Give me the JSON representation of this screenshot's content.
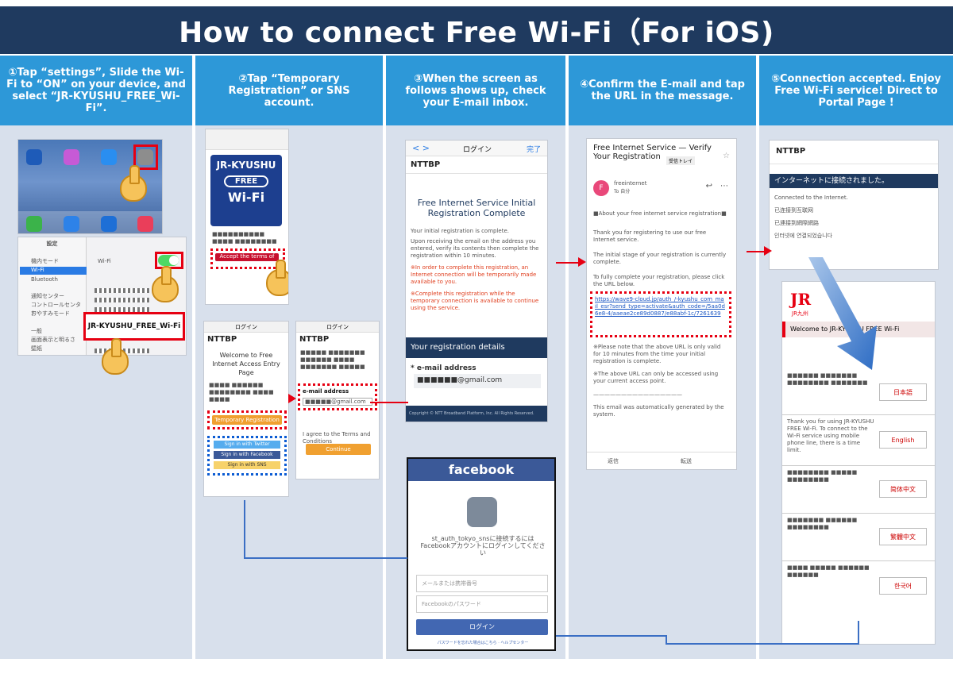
{
  "title": "How to connect Free Wi-Fi（For iOS)",
  "steps": [
    "①Tap “settings”, Slide the Wi-Fi to “ON” on your device, and select “JR-KYUSHU_FREE_Wi-Fi”.",
    "②Tap “Temporary Registration” or SNS account.",
    "③When the screen as follows shows up, check your E-mail inbox.",
    "④Confirm the E-mail and tap the URL in the message.",
    "⑤Connection accepted. Enjoy Free Wi-Fi service! Direct to Portal Page !"
  ],
  "step1": {
    "ssid": "JR-KYUSHU_FREE_Wi-Fi",
    "settings_title": "設定",
    "wifi_label": "Wi-Fi",
    "settings_rows": [
      "機内モード",
      "Wi-Fi",
      "Bluetooth",
      "通知センター",
      "コントロールセンター",
      "おやすみモード",
      "一般",
      "画面表示と明るさ",
      "壁紙"
    ]
  },
  "step2": {
    "logo_top": "JR-KYUSHU",
    "logo_mid": "FREE",
    "logo_bottom": "Wi-Fi",
    "accept_btn": "Accept the terms of use",
    "login_title": "ログイン",
    "welcome": "Welcome to Free Internet Access Entry Page",
    "temp_reg_btn": "Temporary Registration",
    "sns_twitter": "Sign in with Twitter",
    "sns_facebook": "Sign in with Facebook",
    "sns_other": "Sign in with SNS",
    "email_label": "e-mail address",
    "email_value": "■■■■■@gmail.com",
    "next_btn": "Continue",
    "agree": "I agree to the Terms and Conditions"
  },
  "step3": {
    "nav_title": "ログイン",
    "nav_done": "完了",
    "brand": "NTTBP",
    "heading": "Free Internet Service Initial Registration Complete",
    "p1": "Your initial registration is complete.",
    "p2": "Upon receiving the email on the address you entered, verify its contents then complete the registration within 10 minutes.",
    "p3": "※In order to complete this registration, an Internet connection will be temporarily made available to you.",
    "p4": "※Complete this registration while the temporary connection is available to continue using the service.",
    "details_header": "Your registration details",
    "email_label": "* e-mail address",
    "email_value": "■■■■■■@gmail.com",
    "footer": "Copyright © NTT Broadband Platform, Inc. All Rights Reserved."
  },
  "facebook": {
    "logo": "facebook",
    "prompt": "st_auth_tokyo_snsに接続するにはFacebookアカウントにログインしてください",
    "email_placeholder": "メールまたは携帯番号",
    "password_placeholder": "Facebookのパスワード",
    "login_btn": "ログイン",
    "forgot": "パスワードを忘れた場合はこちら · ヘルプセンター"
  },
  "step4": {
    "subject": "Free Internet Service — Verify Your Registration",
    "tag": "受信トレイ",
    "sender": "freeinternet",
    "to": "To 自分",
    "about": "■About your free internet service registration■",
    "thanks": "Thank you for registering to use our free Internet service.",
    "initial": "The initial stage of your registration is currently complete.",
    "click": "To fully complete your registration, please click the URL below.",
    "url": "https://wave9-cloud.jp/auth_/-kyushu_com_mail_esr?send_type=activate&auth_code=/5aa0d6e8-4/aaeae2ce89d0887/e88abf-1c/7261639",
    "note1": "※Please note that the above URL is only valid for 10 minutes from the time your initial registration is complete.",
    "note2": "※The above URL can only be accessed using your current access point.",
    "divider": "————————————————",
    "auto": "This email was automatically generated by the system.",
    "reply": "返信",
    "forward": "転送"
  },
  "step5": {
    "brand": "NTTBP",
    "connected_jp": "インターネットに接続されました。",
    "connected_en": "Connected to the Internet.",
    "connected_zh1": "已连接到互联网",
    "connected_zh2": "已連接到網際網路",
    "connected_ko": "인터넷에 연결되었습니다",
    "jr_logo": "JR",
    "jr_sub": "JR九州",
    "welcome": "Welcome to JR-KYUSHU FREE Wi-Fi",
    "langs": [
      "日本語",
      "English",
      "简体中文",
      "繁體中文",
      "한국어"
    ],
    "desc_en": "Thank you for using JR-KYUSHU FREE Wi-Fi. To connect to the Wi-Fi service using mobile phone line, there is a time limit."
  }
}
